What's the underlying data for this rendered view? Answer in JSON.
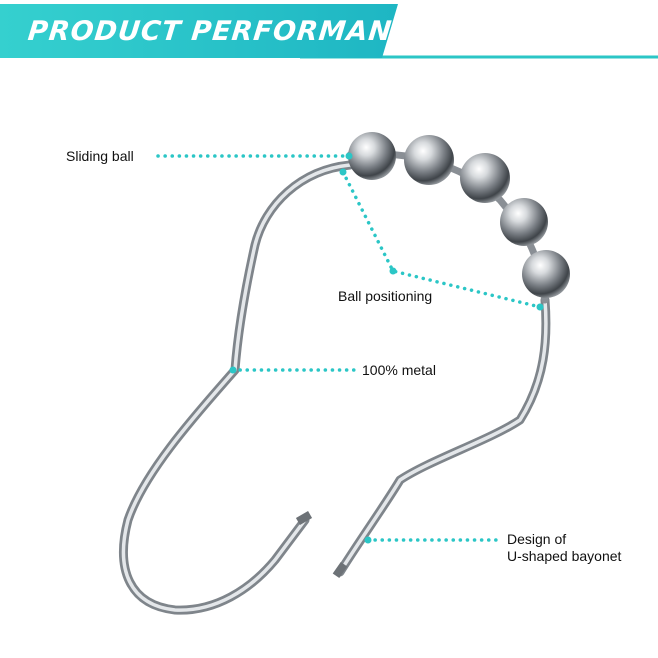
{
  "header": {
    "title": "PRODUCT PERFORMANCE",
    "accent_color": "#2bc6c6"
  },
  "callouts": {
    "sliding_ball": "Sliding ball",
    "ball_positioning": "Ball positioning",
    "metal": "100% metal",
    "design_line1": "Design of",
    "design_line2": "U-shaped bayonet"
  },
  "product": {
    "name": "shower-curtain-hook-icon",
    "material_color": "#9ea3a8"
  }
}
